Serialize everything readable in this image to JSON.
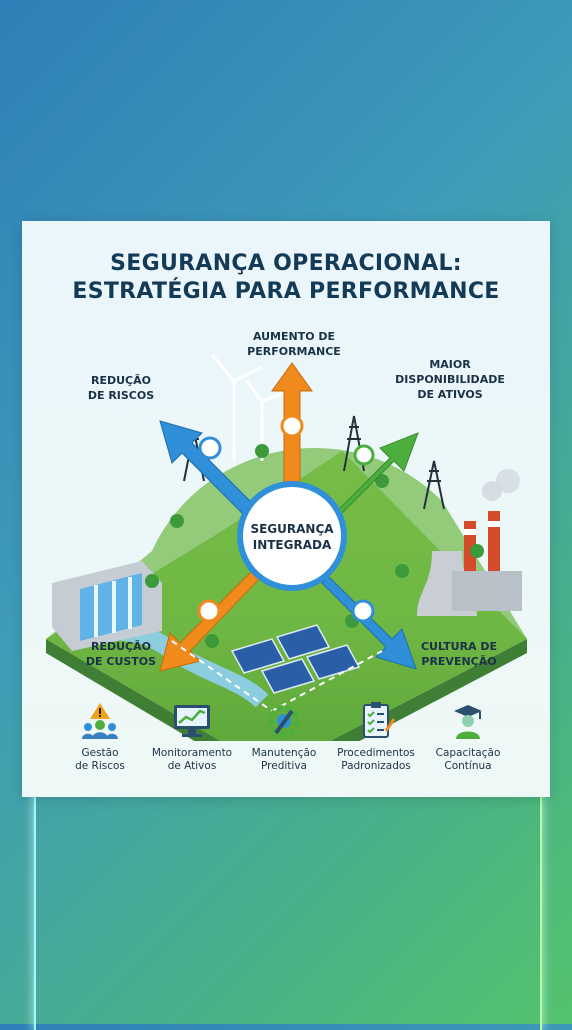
{
  "title": {
    "line1": "SEGURANÇA OPERACIONAL:",
    "line2": "ESTRATÉGIA PARA PERFORMANCE"
  },
  "center": {
    "line1": "SEGURANÇA",
    "line2": "INTEGRADA"
  },
  "labels": {
    "top": [
      "AUMENTO DE",
      "PERFORMANCE"
    ],
    "top_left": [
      "REDUÇÃO",
      "DE RISCOS"
    ],
    "top_right": [
      "MAIOR",
      "DISPONIBILIDADE",
      "DE ATIVOS"
    ],
    "bottom_left": [
      "REDUÇÃO",
      "DE CUSTOS"
    ],
    "bottom_right": [
      "CULTURA DE",
      "PREVENÇÃO"
    ]
  },
  "icons": [
    {
      "name": "gestao-riscos-icon",
      "lines": [
        "Gestão",
        "de Riscos"
      ]
    },
    {
      "name": "monitoramento-icon",
      "lines": [
        "Monitoramento",
        "de Ativos"
      ]
    },
    {
      "name": "manutencao-icon",
      "lines": [
        "Manutenção",
        "Preditiva"
      ]
    },
    {
      "name": "procedimentos-icon",
      "lines": [
        "Procedimentos",
        "Padronizados"
      ]
    },
    {
      "name": "capacitacao-icon",
      "lines": [
        "Capacitação",
        "Contínua"
      ]
    }
  ],
  "colors": {
    "blue": "#2f8fd8",
    "orange": "#f08a1c",
    "green": "#4caf3d",
    "title": "#133a56"
  }
}
